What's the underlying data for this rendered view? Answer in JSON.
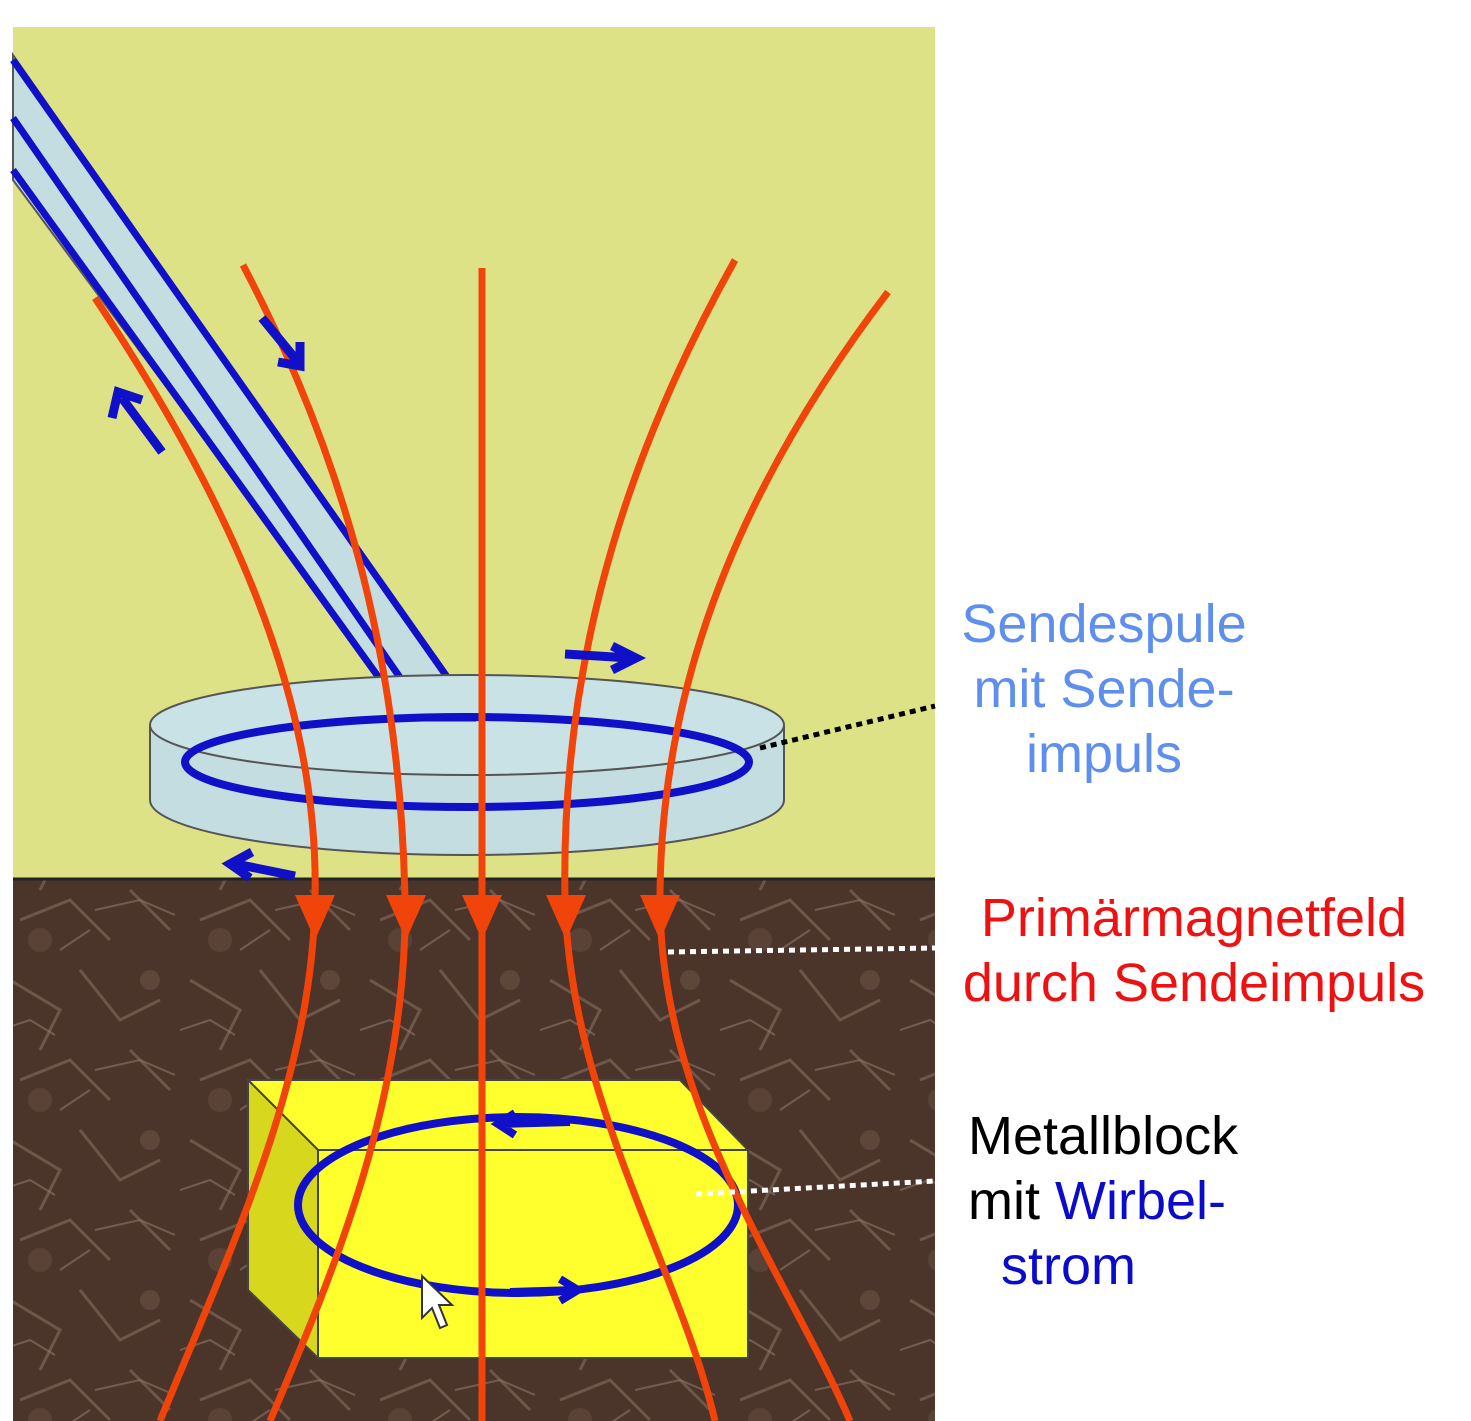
{
  "colors": {
    "sky": "#dee286",
    "soil": "#4b3429",
    "coil_body": "#c3dde0",
    "wire": "#1010c8",
    "field_line": "#f0440a",
    "metal_block_front": "#ffff2e",
    "metal_block_side": "#d7d71e",
    "label_coil": "#5f8fee",
    "label_field": "#ee1111",
    "label_block": "#000000",
    "label_eddy": "#0b0bcc"
  },
  "labels": {
    "coil": {
      "line1": "Sendespule",
      "line2": "mit Sende-",
      "line3": "impuls"
    },
    "field": {
      "line1": "Primärmagnetfeld",
      "line2": "durch Sendeimpuls"
    },
    "block": {
      "line1": "Metallblock",
      "line2_prefix": "mit ",
      "line2_highlight": "Wirbel-",
      "line3": "strom"
    }
  },
  "icons": {
    "coil": "search-coil-icon",
    "block": "metal-block-icon",
    "cursor": "mouse-pointer-icon"
  }
}
